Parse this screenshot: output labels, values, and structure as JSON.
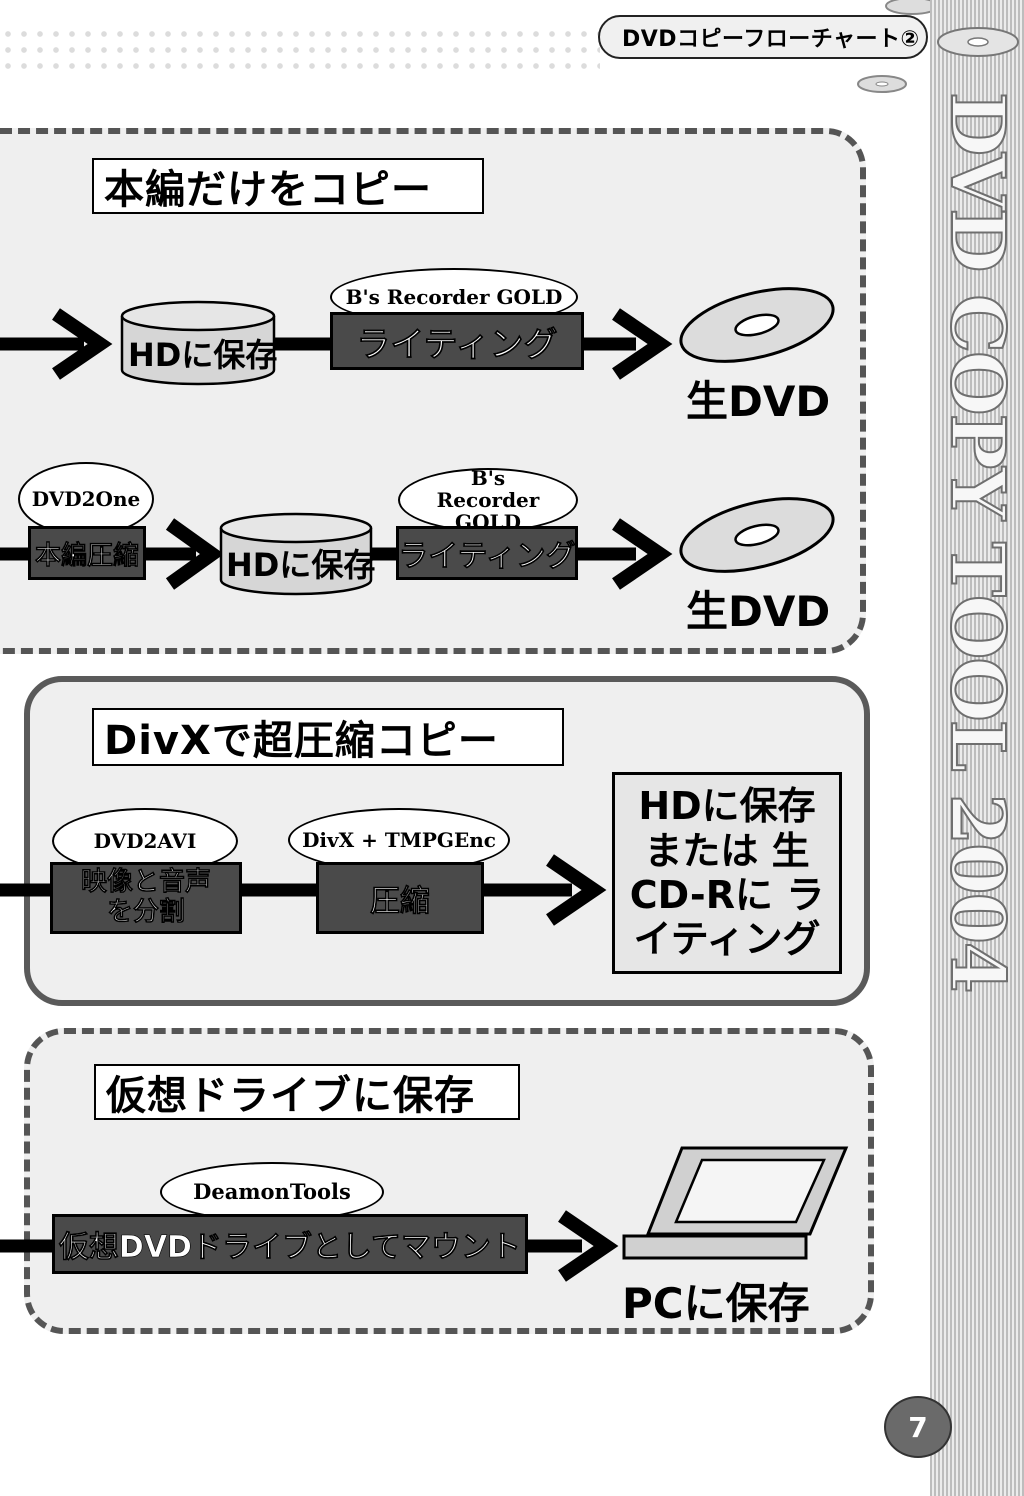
{
  "header": {
    "title": "DVDコピーフローチャート②"
  },
  "sidebar": {
    "vertical_title": "DVD COPY TOOL 2004"
  },
  "page_number": "7",
  "sections": [
    {
      "title": "本編だけをコピー",
      "flows": [
        {
          "tool": "B's Recorder GOLD",
          "storage": "HDに保存",
          "step": "ライティング",
          "result": "生DVD"
        },
        {
          "tool1": "DVD2One",
          "step1": "本編圧縮",
          "storage": "HDに保存",
          "tool2": "B's Recorder GOLD",
          "step2": "ライティング",
          "result": "生DVD"
        }
      ]
    },
    {
      "title": "DivXで超圧縮コピー",
      "tool1": "DVD2AVI",
      "step1": "映像と音声を分割",
      "tool2": "DivX + TMPGEnc",
      "step2": "圧縮",
      "result": "HDに保存 または 生CD-Rに ライティング"
    },
    {
      "title": "仮想ドライブに保存",
      "tool": "DeamonTools",
      "step": "仮想DVDドライブとしてマウント",
      "result": "PCに保存"
    }
  ]
}
